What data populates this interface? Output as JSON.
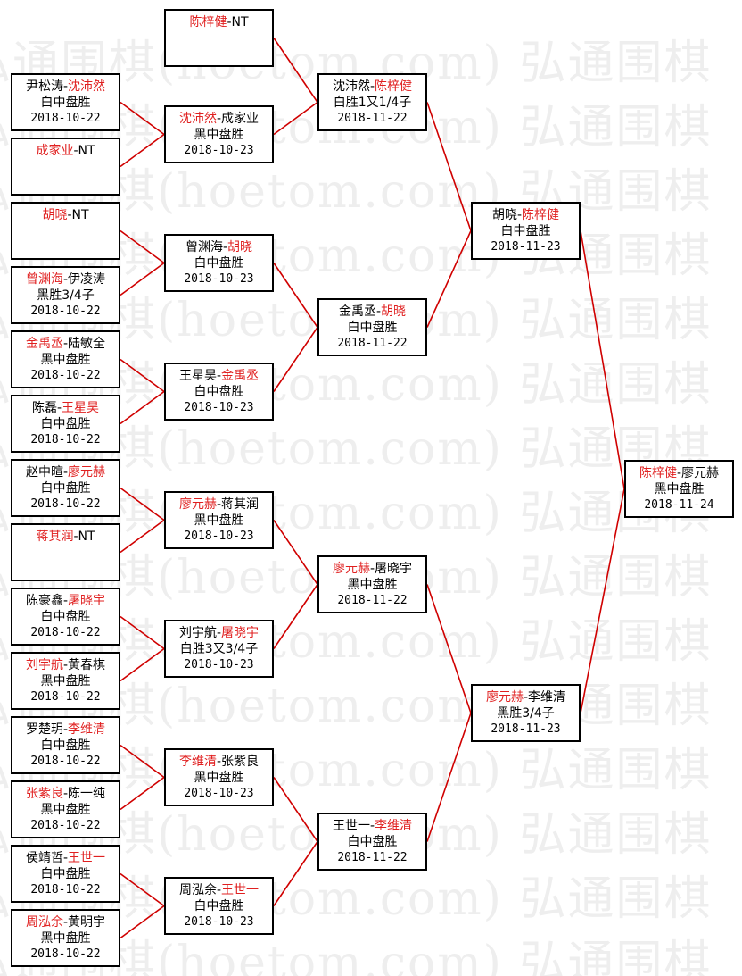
{
  "watermark": "弘通围棋(hoetom.com) 弘通围棋",
  "colors": {
    "winner": "#e02020",
    "line": "#d00000",
    "border": "#000000"
  },
  "round1": [
    {
      "p1": "尹松涛",
      "p2": "沈沛然",
      "winner": 2,
      "result": "白中盘胜",
      "date": "2018-10-22"
    },
    {
      "p1": "成家业",
      "p2": "NT",
      "winner": 1,
      "result": "",
      "date": ""
    },
    {
      "p1": "胡晓",
      "p2": "NT",
      "winner": 1,
      "result": "",
      "date": ""
    },
    {
      "p1": "曾渊海",
      "p2": "伊凌涛",
      "winner": 1,
      "result": "黑胜3/4子",
      "date": "2018-10-22"
    },
    {
      "p1": "金禹丞",
      "p2": "陆敏全",
      "winner": 1,
      "result": "黑中盘胜",
      "date": "2018-10-22"
    },
    {
      "p1": "陈磊",
      "p2": "王星昊",
      "winner": 2,
      "result": "白中盘胜",
      "date": "2018-10-22"
    },
    {
      "p1": "赵中暄",
      "p2": "廖元赫",
      "winner": 2,
      "result": "白中盘胜",
      "date": "2018-10-22"
    },
    {
      "p1": "蒋其润",
      "p2": "NT",
      "winner": 1,
      "result": "",
      "date": ""
    },
    {
      "p1": "陈豪鑫",
      "p2": "屠晓宇",
      "winner": 2,
      "result": "白中盘胜",
      "date": "2018-10-22"
    },
    {
      "p1": "刘宇航",
      "p2": "黄春棋",
      "winner": 1,
      "result": "黑中盘胜",
      "date": "2018-10-22"
    },
    {
      "p1": "罗楚玥",
      "p2": "李维清",
      "winner": 2,
      "result": "白中盘胜",
      "date": "2018-10-22"
    },
    {
      "p1": "张紫良",
      "p2": "陈一纯",
      "winner": 1,
      "result": "黑中盘胜",
      "date": "2018-10-22"
    },
    {
      "p1": "侯靖哲",
      "p2": "王世一",
      "winner": 2,
      "result": "白中盘胜",
      "date": "2018-10-22"
    },
    {
      "p1": "周泓余",
      "p2": "黄明宇",
      "winner": 1,
      "result": "黑中盘胜",
      "date": "2018-10-22"
    }
  ],
  "round2": [
    {
      "p1": "陈梓健",
      "p2": "NT",
      "winner": 1,
      "result": "",
      "date": ""
    },
    {
      "p1": "沈沛然",
      "p2": "成家业",
      "winner": 1,
      "result": "黑中盘胜",
      "date": "2018-10-23"
    },
    {
      "p1": "曾渊海",
      "p2": "胡晓",
      "winner": 2,
      "result": "白中盘胜",
      "date": "2018-10-23"
    },
    {
      "p1": "王星昊",
      "p2": "金禹丞",
      "winner": 2,
      "result": "白中盘胜",
      "date": "2018-10-23"
    },
    {
      "p1": "廖元赫",
      "p2": "蒋其润",
      "winner": 1,
      "result": "黑中盘胜",
      "date": "2018-10-23"
    },
    {
      "p1": "刘宇航",
      "p2": "屠晓宇",
      "winner": 2,
      "result": "白胜3又3/4子",
      "date": "2018-10-23"
    },
    {
      "p1": "李维清",
      "p2": "张紫良",
      "winner": 1,
      "result": "黑中盘胜",
      "date": "2018-10-23"
    },
    {
      "p1": "周泓余",
      "p2": "王世一",
      "winner": 2,
      "result": "白中盘胜",
      "date": "2018-10-23"
    }
  ],
  "round3": [
    {
      "p1": "沈沛然",
      "p2": "陈梓健",
      "winner": 2,
      "result": "白胜1又1/4子",
      "date": "2018-11-22"
    },
    {
      "p1": "金禹丞",
      "p2": "胡晓",
      "winner": 2,
      "result": "白中盘胜",
      "date": "2018-11-22"
    },
    {
      "p1": "廖元赫",
      "p2": "屠晓宇",
      "winner": 1,
      "result": "黑中盘胜",
      "date": "2018-11-22"
    },
    {
      "p1": "王世一",
      "p2": "李维清",
      "winner": 2,
      "result": "白中盘胜",
      "date": "2018-11-22"
    }
  ],
  "round4": [
    {
      "p1": "胡晓",
      "p2": "陈梓健",
      "winner": 2,
      "result": "白中盘胜",
      "date": "2018-11-23"
    },
    {
      "p1": "廖元赫",
      "p2": "李维清",
      "winner": 1,
      "result": "黑胜3/4子",
      "date": "2018-11-23"
    }
  ],
  "round5": [
    {
      "p1": "陈梓健",
      "p2": "廖元赫",
      "winner": 1,
      "result": "黑中盘胜",
      "date": "2018-11-24"
    }
  ]
}
